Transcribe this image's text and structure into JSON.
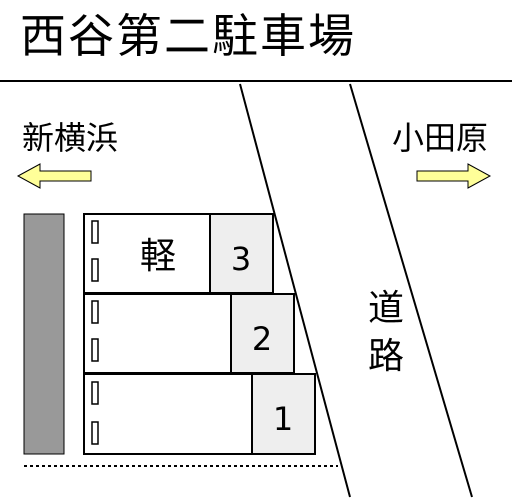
{
  "title": "西谷第二駐車場",
  "directions": {
    "left": "新横浜",
    "right": "小田原"
  },
  "road_label": [
    "道",
    "路"
  ],
  "parking_spaces": [
    {
      "number": "3",
      "note": "軽"
    },
    {
      "number": "2",
      "note": ""
    },
    {
      "number": "1",
      "note": ""
    }
  ],
  "colors": {
    "arrow_fill": "#ffff99",
    "wall": "#999999",
    "number_box": "#eeeeee",
    "line": "#000000"
  }
}
